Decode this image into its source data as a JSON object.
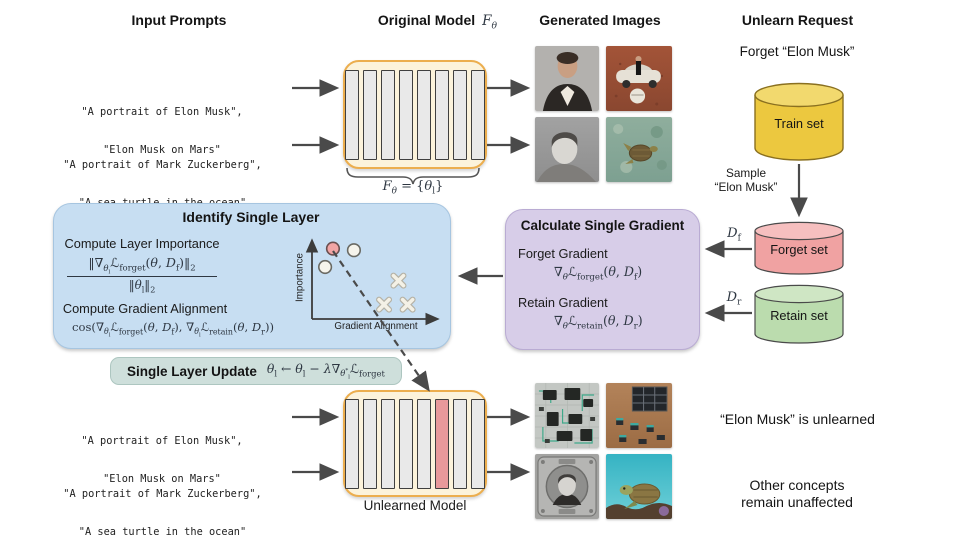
{
  "headers": {
    "input_prompts": "Input Prompts",
    "original_model": "Original Model",
    "original_model_math": "<i>F</i><sub><i>θ</i></sub>",
    "generated_images": "Generated Images",
    "unlearn_request": "Unlearn Request"
  },
  "prompts": {
    "group1_line1": "\"A portrait of Elon Musk\",",
    "group1_line2": "\"Elon Musk on Mars\"",
    "group2_line1": "\"A portrait of Mark Zuckerberg\",",
    "group2_line2": "\"A sea turtle in the ocean\""
  },
  "original_model": {
    "layers": 8,
    "selected_layer_index": 0,
    "brace_label": "<i>F</i><sub><i>θ</i></sub> = {<i>θ</i><sub>l</sub>}"
  },
  "unlearned_model": {
    "layers": 8,
    "selected_layer_index": 6,
    "label": "Unlearned Model"
  },
  "unlearn_flow": {
    "forget_request": "Forget “Elon Musk”",
    "train_set": "Train set",
    "sample_line1": "Sample",
    "sample_line2": "“Elon Musk”",
    "forget_set": "Forget set",
    "retain_set": "Retain set",
    "d_f": "<i>D</i><sub>f</sub>",
    "d_r": "<i>D</i><sub>r</sub>"
  },
  "identify_box": {
    "title": "Identify Single Layer",
    "importance_label": "Compute Layer Importance",
    "importance_num": "‖∇<sub><i>θ</i><sub>l</sub></sub>ℒ<sub>forget</sub>(<i>θ</i>, <i>D</i><sub>f</sub>)‖<sub>2</sub>",
    "importance_den": "‖<i>θ</i><sub>l</sub>‖<sub>2</sub>",
    "alignment_label": "Compute Gradient Alignment",
    "alignment_formula": "cos(∇<sub><i>θ</i><sub>l</sub></sub>ℒ<sub>forget</sub>(<i>θ</i>, <i>D</i><sub>f</sub>), ∇<sub><i>θ</i><sub>l</sub></sub>ℒ<sub>retain</sub>(<i>θ</i>, <i>D</i><sub>r</sub>))"
  },
  "chart_data": {
    "type": "scatter",
    "title": "",
    "xlabel": "Gradient Alignment",
    "ylabel": "Importance",
    "xlim": [
      0,
      1
    ],
    "ylim": [
      0,
      1
    ],
    "grid": false,
    "series": [
      {
        "name": "selected-layer",
        "marker": "circle",
        "color": "#F2A5A5",
        "points": [
          [
            0.16,
            0.88
          ]
        ]
      },
      {
        "name": "high-importance-layers",
        "marker": "circle",
        "color": "#F6F4EC",
        "points": [
          [
            0.32,
            0.86
          ],
          [
            0.1,
            0.65
          ]
        ]
      },
      {
        "name": "rejected-layers",
        "marker": "cross",
        "color": "#F4F1E6",
        "points": [
          [
            0.66,
            0.48
          ],
          [
            0.55,
            0.18
          ],
          [
            0.73,
            0.18
          ]
        ]
      }
    ],
    "annotation": "dashed arrow from selected layer point to highlighted layer of unlearned model"
  },
  "gradient_box": {
    "title": "Calculate Single Gradient",
    "forget_label": "Forget Gradient",
    "forget_formula": "∇<sub><i>θ</i></sub>ℒ<sub>forget</sub>(<i>θ</i>, <i>D</i><sub>f</sub>)",
    "retain_label": "Retain Gradient",
    "retain_formula": "∇<sub><i>θ</i></sub>ℒ<sub>retain</sub>(<i>θ</i>, <i>D</i><sub>r</sub>)"
  },
  "update_box": {
    "title": "Single Layer Update",
    "formula": "<i>θ</i><sub>l</sub> ← <i>θ</i><sub>l</sub> − <i>λ</i>∇<sub><i>θ</i><sup>*</sup><sub>l</sub></sub>ℒ<sub>forget</sub>"
  },
  "outputs": {
    "unlearned_text": "“Elon Musk” is unlearned",
    "unaffected_line1": "Other concepts",
    "unaffected_line2": "remain unaffected"
  },
  "images": {
    "top": [
      "elon-musk-portrait",
      "elon-musk-on-mars",
      "mark-zuckerberg-portrait",
      "sea-turtle-ocean"
    ],
    "bottom": [
      "circuit-board",
      "mars-solar-panels",
      "zuckerberg-engraved-plaque",
      "sea-turtle-closeup"
    ]
  },
  "colors": {
    "model_box_fill": "#FCF3DB",
    "model_box_border": "#ECAE4E",
    "layer_fill": "#E9E9E9",
    "layer_border": "#3F3F3F",
    "selected_layer_fill": "#E8999B",
    "identify_box_fill": "#C7DEF2",
    "gradient_box_fill": "#D7CDE8",
    "update_box_fill": "#CEDFDB",
    "train_set_fill": "#ECC83F",
    "forget_set_fill": "#F0A2A2",
    "retain_set_fill": "#BBDCAE",
    "arrow": "#4A4A4A"
  }
}
